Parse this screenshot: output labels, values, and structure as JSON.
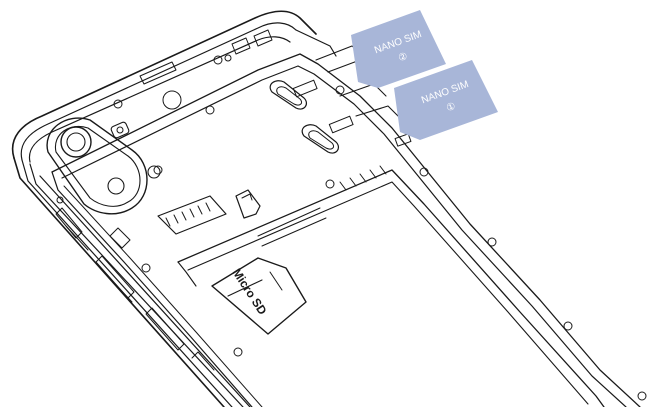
{
  "sim_cards": [
    {
      "label": "NANO SIM",
      "number": "②",
      "fill": "#a8b6d8"
    },
    {
      "label": "NANO SIM",
      "number": "①",
      "fill": "#a8b6d8"
    }
  ],
  "sd_card": {
    "label": "Micro SD"
  },
  "colors": {
    "line": "#1a1a1a",
    "background": "#ffffff",
    "sim_card": "#a8b6d8",
    "sim_text": "#ffffff"
  }
}
